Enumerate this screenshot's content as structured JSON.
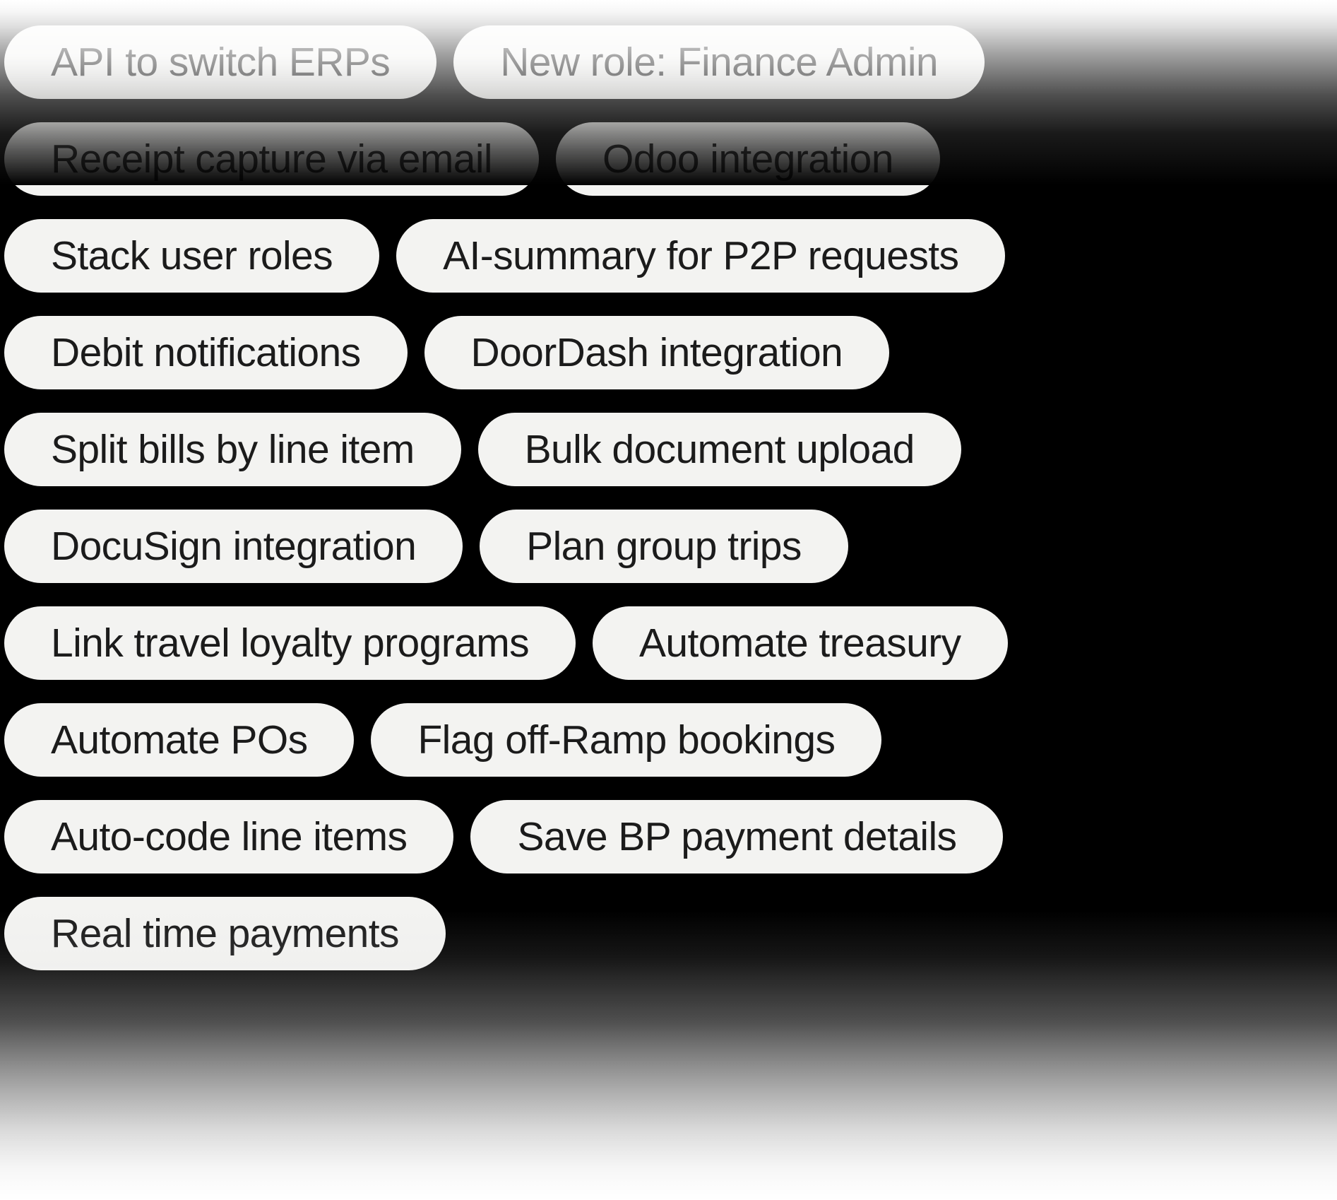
{
  "meta": {
    "background_color": "#000000",
    "pill_background_color": "#f3f3f1",
    "pill_text_color": "#1b1b1b",
    "faded_text_color": "#b3b3b3",
    "fade_top_color": "#ffffff",
    "fade_bottom_color": "#ffffff"
  },
  "tag_rows": [
    {
      "row_name": "row-1",
      "faded": true,
      "pills": [
        {
          "label": "API to switch ERPs"
        },
        {
          "label": "New role: Finance Admin"
        }
      ]
    },
    {
      "row_name": "row-2",
      "faded": false,
      "pills": [
        {
          "label": "Receipt capture via email"
        },
        {
          "label": "Odoo integration"
        }
      ]
    },
    {
      "row_name": "row-3",
      "faded": false,
      "pills": [
        {
          "label": "Stack user roles"
        },
        {
          "label": "AI-summary for P2P requests"
        }
      ]
    },
    {
      "row_name": "row-4",
      "faded": false,
      "pills": [
        {
          "label": "Debit notifications"
        },
        {
          "label": "DoorDash integration"
        }
      ]
    },
    {
      "row_name": "row-5",
      "faded": false,
      "pills": [
        {
          "label": "Split bills by line item"
        },
        {
          "label": "Bulk document upload"
        }
      ]
    },
    {
      "row_name": "row-6",
      "faded": false,
      "pills": [
        {
          "label": "DocuSign integration"
        },
        {
          "label": "Plan group trips"
        }
      ]
    },
    {
      "row_name": "row-7",
      "faded": false,
      "pills": [
        {
          "label": "Link travel loyalty programs"
        },
        {
          "label": "Automate treasury"
        }
      ]
    },
    {
      "row_name": "row-8",
      "faded": false,
      "pills": [
        {
          "label": "Automate POs"
        },
        {
          "label": "Flag off-Ramp bookings"
        }
      ]
    },
    {
      "row_name": "row-9",
      "faded": false,
      "pills": [
        {
          "label": "Auto-code line items"
        },
        {
          "label": "Save BP payment details"
        }
      ]
    },
    {
      "row_name": "row-10",
      "faded": true,
      "pills": [
        {
          "label": "Real time payments"
        }
      ]
    }
  ]
}
